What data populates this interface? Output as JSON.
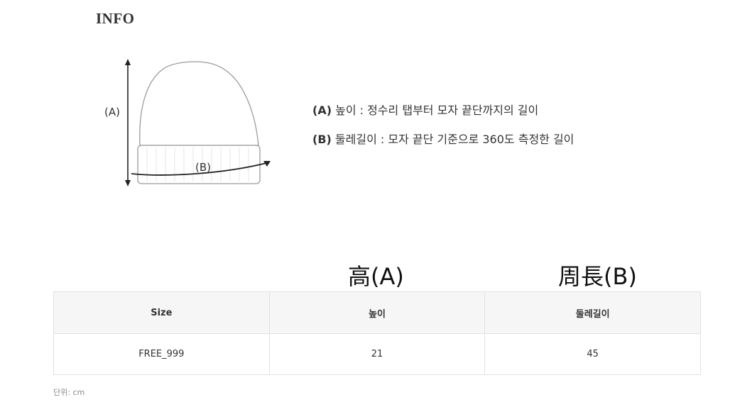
{
  "info": {
    "title": "INFO"
  },
  "diagram": {
    "label_a": "(A)",
    "label_b": "(B)"
  },
  "descriptions": [
    {
      "key": "(A)",
      "text": " 높이 : 정수리 탭부터 모자 끝단까지의 길이"
    },
    {
      "key": "(B)",
      "text": " 둘레길이 : 모자 끝단 기준으로 360도 측정한 길이"
    }
  ],
  "column_titles": {
    "a": "高(A)",
    "b": "周長(B)"
  },
  "table": {
    "headers": [
      "Size",
      "높이",
      "둘레길이"
    ],
    "rows": [
      [
        "FREE_999",
        "21",
        "45"
      ]
    ]
  },
  "unit_note": "단위: cm"
}
